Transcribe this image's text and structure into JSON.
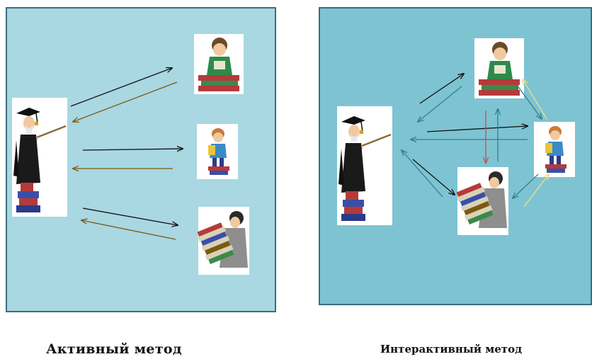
{
  "captions": {
    "left": "Активный метод",
    "right": "Интерактивный метод"
  },
  "colors": {
    "left_panel": "#a9d7e2",
    "right_panel": "#7ec3d2",
    "panel_border": "#3b6e7e",
    "arrow_black": "#111111",
    "arrow_brown": "#7a5a12",
    "arrow_teal": "#2f7f93",
    "arrow_red": "#c2543a",
    "arrow_yellow": "#f2df8a"
  },
  "figures": {
    "teacher": "teacher-with-pointer",
    "student_books": "student-on-books",
    "student_small": "student-with-books",
    "student_carrying": "student-carrying-books"
  }
}
